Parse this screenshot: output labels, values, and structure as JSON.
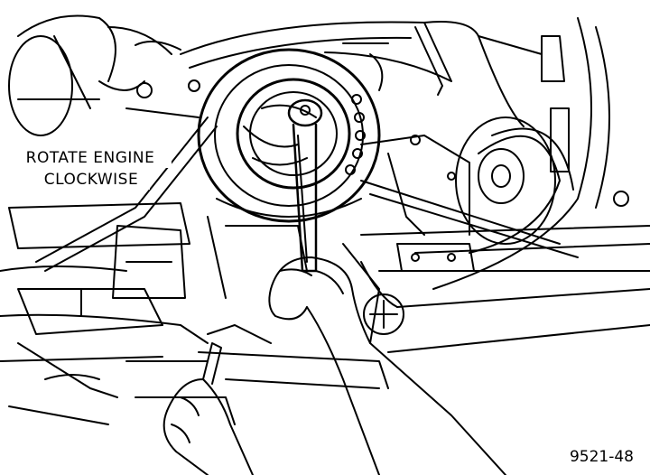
{
  "callout": {
    "line1": "ROTATE ENGINE",
    "line2": "CLOCKWISE"
  },
  "figure_id": "9521-48",
  "colors": {
    "ink": "#000000",
    "paper": "#ffffff"
  },
  "icons": [
    "engine-illustration",
    "crankshaft-pulley",
    "ratchet-wrench",
    "hands"
  ]
}
